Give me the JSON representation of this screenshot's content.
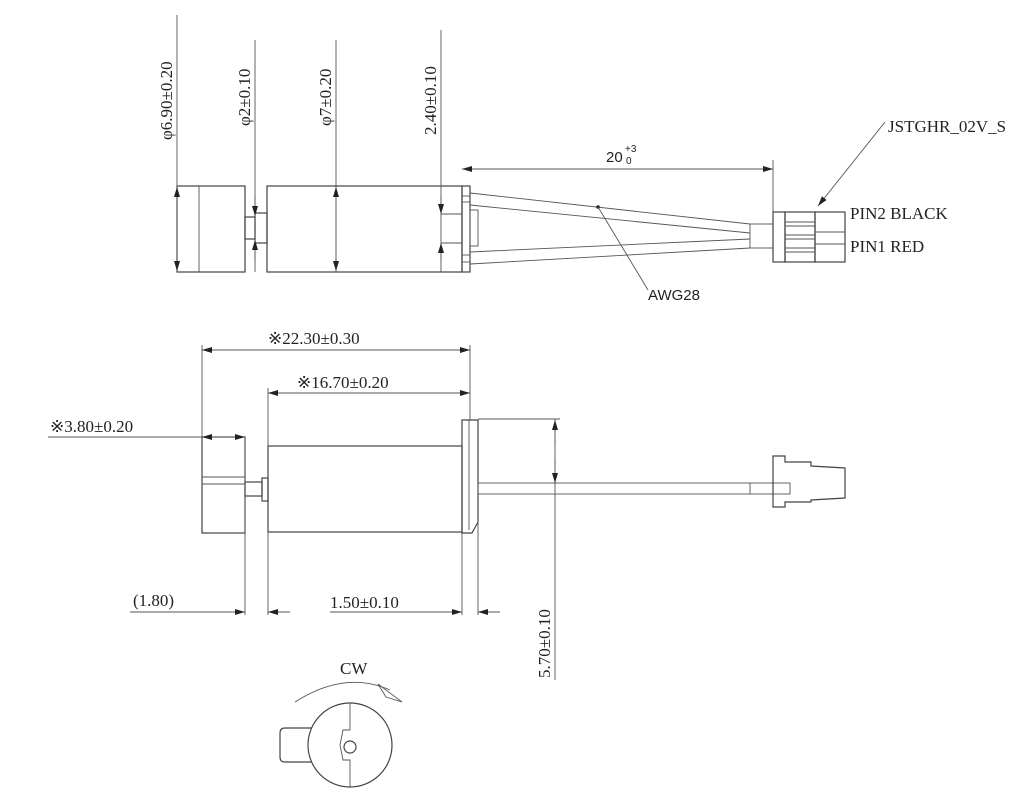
{
  "top_view": {
    "dim_weight_diameter": "φ6.90±0.20",
    "dim_shaft_diameter": "φ2±0.10",
    "dim_motor_diameter": "φ7±0.20",
    "dim_endcap": "2.40±0.10",
    "dim_wire_length": "20",
    "dim_wire_length_upper_tol": "+3",
    "dim_wire_length_lower_tol": "0",
    "connector_label": "JSTGHR_02V_S",
    "pin2_label": "PIN2 BLACK",
    "pin1_label": "PIN1 RED",
    "wire_gauge_label": "AWG28"
  },
  "side_view": {
    "dim_overall_length": "※22.30±0.30",
    "dim_motor_length": "※16.70±0.20",
    "dim_weight_width": "※3.80±0.20",
    "dim_gap": "(1.80)",
    "dim_endcap_width": "1.50±0.10",
    "dim_wire_height": "5.70±0.10"
  },
  "end_view": {
    "rotation_label": "CW"
  }
}
